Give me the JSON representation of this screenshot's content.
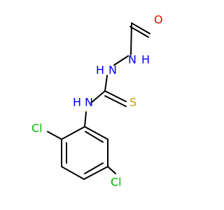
{
  "colors": {
    "background": "#ffffff",
    "bond": "#000000",
    "oxygen": "#ff0000",
    "nitrogen": "#0000ff",
    "sulfur": "#c8a000",
    "chlorine": "#00b800"
  },
  "atoms": {
    "oxygen": "O",
    "nh_upper_n": "N",
    "nh_upper_h": "H",
    "nh_middle_h": "H",
    "nh_middle_n": "N",
    "nh_lower_h": "H",
    "nh_lower_n": "N",
    "sulfur": "S",
    "chlorine_top": "Cl",
    "chlorine_bottom": "Cl"
  }
}
